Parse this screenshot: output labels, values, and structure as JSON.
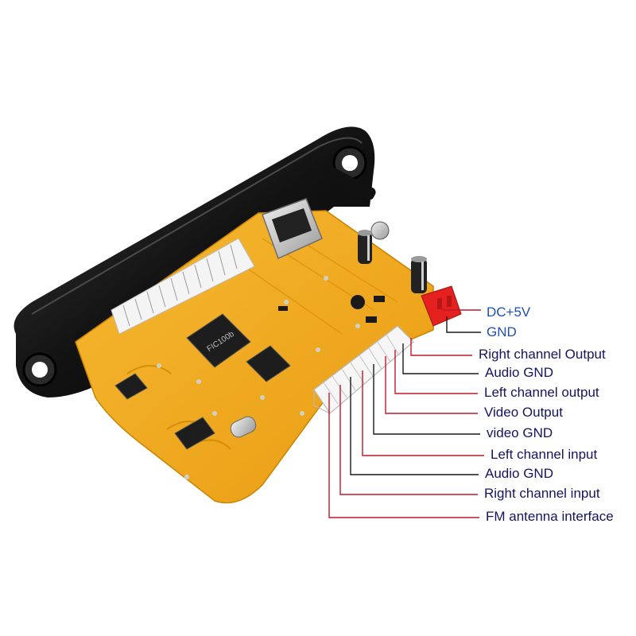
{
  "colors": {
    "power_label": "#1f4fb3",
    "pin_label": "#141460",
    "leader_red": "#c0182a",
    "leader_black": "#1a1a1a",
    "pcb": "#f2a81d",
    "bezel": "#151515"
  },
  "chip_marking": "FIC100b",
  "power_pins": [
    {
      "label": "DC+5V",
      "leader_color": "red"
    },
    {
      "label": "GND",
      "leader_color": "black"
    }
  ],
  "connector_pins": [
    {
      "label": "Right channel Output",
      "leader_color": "red"
    },
    {
      "label": "Audio GND",
      "leader_color": "black"
    },
    {
      "label": "Left channel output",
      "leader_color": "red"
    },
    {
      "label": "Video Output",
      "leader_color": "red"
    },
    {
      "label": "video GND",
      "leader_color": "black"
    },
    {
      "label": "Left channel input",
      "leader_color": "red"
    },
    {
      "label": "Audio GND",
      "leader_color": "black"
    },
    {
      "label": "Right channel input",
      "leader_color": "red"
    },
    {
      "label": "FM antenna interface",
      "leader_color": "red"
    }
  ]
}
